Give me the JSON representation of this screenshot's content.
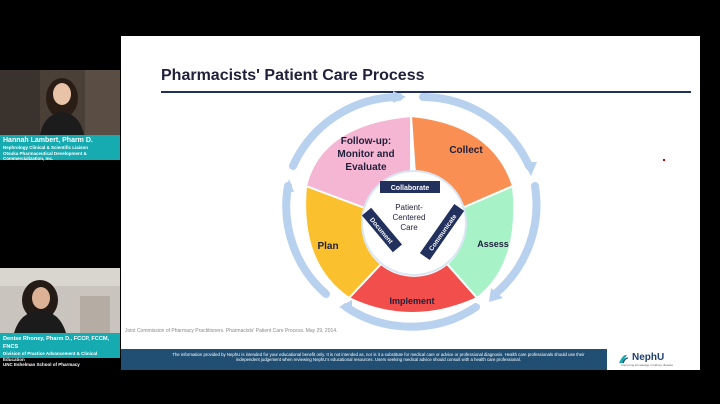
{
  "presenters": [
    {
      "name": "Hannah Lambert, Pharm D.",
      "line1": "Nephrology Clinical & Scientific Liaison",
      "line2": "Otsuka Pharmaceutical Development & Commercialization, Inc."
    },
    {
      "name": "Denise Rhoney, Pharm D., FCCP, FCCM, FNCS",
      "line1": "Division of Practice Advancement & Clinical Education",
      "line2": "UNC Eshelman School of Pharmacy"
    }
  ],
  "slide": {
    "title": "Pharmacists' Patient Care Process",
    "segments": {
      "collect": "Collect",
      "assess": "Assess",
      "implement": "Implement",
      "plan": "Plan",
      "followup_1": "Follow-up:",
      "followup_2": "Monitor and",
      "followup_3": "Evaluate"
    },
    "center": {
      "line1": "Patient-",
      "line2": "Centered",
      "line3": "Care",
      "collaborate": "Collaborate",
      "document": "Document",
      "communicate": "Communicate"
    },
    "citation": "Joint Commission of Pharmacy Practitioners. Pharmacists' Patient Care Process. May 29, 2014.",
    "footer_text": "The information provided by NephU is intended for your educational benefit only. It is not intended as, nor is it a substitute for medical care or advice or professional diagnosis. Health care professionals should use their independent judgement when reviewing NephU's educational resources. Users seeking medical advice should consult with a health care professional.",
    "logo": "NephU",
    "logo_tagline": "Improving knowledge in kidney disease"
  },
  "colors": {
    "collect": "#f98f52",
    "assess": "#a8f2c8",
    "implement": "#f24f4c",
    "plan": "#fbc02d",
    "followup": "#f5b6d3",
    "center_bg": "#ffffff",
    "badge": "#21305c",
    "ring": "#b7d1ee",
    "footer": "#204f73",
    "caption": "#16aab1"
  }
}
